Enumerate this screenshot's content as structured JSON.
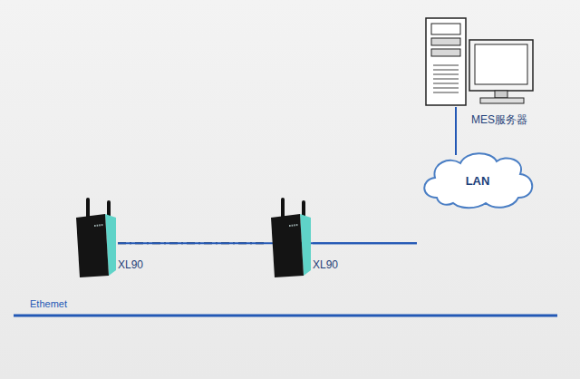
{
  "diagram": {
    "nodes": [
      {
        "text": [
          "MES服务器"
        ]
      },
      {
        "text": [
          "LAN"
        ]
      },
      {
        "text": [
          "XL90"
        ]
      },
      {
        "text": [
          "XL90"
        ]
      }
    ],
    "edges": [
      {
        "from": 0,
        "to": 1,
        "arrow": "none"
      },
      {
        "from": 2,
        "to": 3,
        "arrow": "none"
      },
      {
        "from": 2,
        "to": 1,
        "arrow": "none"
      },
      {
        "from": 3,
        "to": 1,
        "arrow": "none"
      }
    ],
    "labels": [
      "Ethemet"
    ]
  }
}
